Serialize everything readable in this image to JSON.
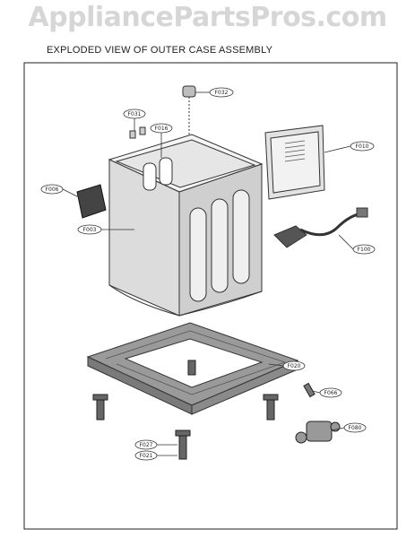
{
  "watermark": "AppliancePartsPros.com",
  "title": "EXPLODED VIEW OF OUTER CASE ASSEMBLY",
  "parts": {
    "F032": "F032",
    "F031": "F031",
    "F016": "F016",
    "F010": "F010",
    "F006": "F006",
    "F003": "F003",
    "F100": "F100",
    "F020": "F020",
    "F066": "F066",
    "F080": "F080",
    "F027": "F027",
    "F021": "F021"
  }
}
